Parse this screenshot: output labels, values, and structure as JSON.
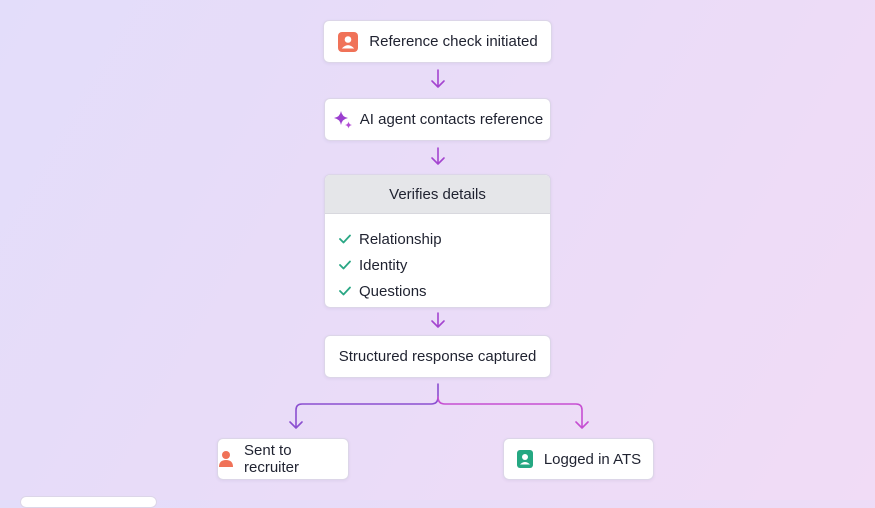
{
  "flow": {
    "start": {
      "label": "Reference check initiated",
      "icon": "user-card-icon",
      "color": "#f07258"
    },
    "agent": {
      "label": "AI agent contacts reference",
      "icon": "sparkle-icon",
      "color": "#9b3fcf"
    },
    "verify": {
      "title": "Verifies details",
      "items": [
        "Relationship",
        "Identity",
        "Questions"
      ],
      "check_color": "#2aa784"
    },
    "captured": {
      "label": "Structured response captured"
    },
    "outputs": {
      "recruiter": {
        "label": "Sent to recruiter",
        "icon": "person-icon",
        "color": "#f07258"
      },
      "ats": {
        "label": "Logged in ATS",
        "icon": "id-badge-icon",
        "color": "#25a882"
      }
    }
  },
  "arrow_colors": {
    "main": "#a445d0",
    "left": "#8b4fd0",
    "right": "#c64fd2"
  }
}
